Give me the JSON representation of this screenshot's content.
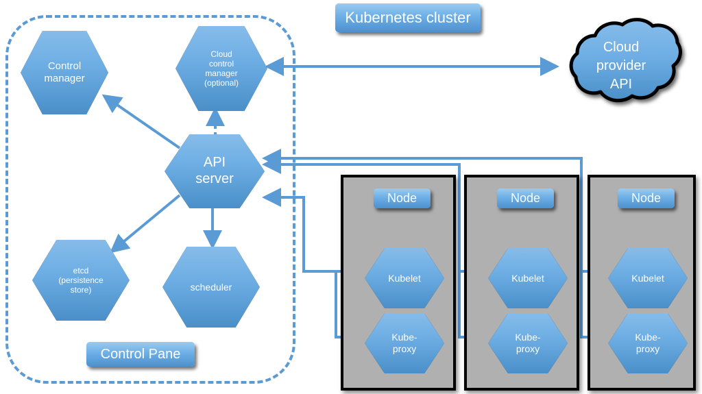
{
  "diagram": {
    "title": "Kubernetes cluster",
    "control_plane_label": "Control Pane",
    "colors": {
      "shape_blue_light": "#86BCEA",
      "shape_blue_dark": "#4A8FC9",
      "connector_blue": "#5B9BD5",
      "node_panel_gray": "#B0B0B0",
      "node_border": "#000000",
      "text_white": "#FFFFFF",
      "background": "#FFFFFF"
    }
  },
  "control_plane": {
    "components": [
      {
        "id": "control-manager",
        "label": "Control\nmanager"
      },
      {
        "id": "cloud-control-manager",
        "label": "Cloud\ncontrol\nmanager\n(optional)"
      },
      {
        "id": "api-server",
        "label": "API\nserver"
      },
      {
        "id": "etcd",
        "label": "etcd\n(persistence\nstore)"
      },
      {
        "id": "scheduler",
        "label": "scheduler"
      }
    ]
  },
  "external": {
    "cloud_provider_api": "Cloud\nprovider\nAPI"
  },
  "nodes": [
    {
      "title": "Node",
      "components": [
        {
          "label": "Kubelet"
        },
        {
          "label": "Kube-\nproxy"
        }
      ]
    },
    {
      "title": "Node",
      "components": [
        {
          "label": "Kubelet"
        },
        {
          "label": "Kube-\nproxy"
        }
      ]
    },
    {
      "title": "Node",
      "components": [
        {
          "label": "Kubelet"
        },
        {
          "label": "Kube-\nproxy"
        }
      ]
    }
  ],
  "connections": [
    {
      "from": "api-server",
      "to": "control-manager",
      "style": "solid",
      "arrow": "end"
    },
    {
      "from": "api-server",
      "to": "etcd",
      "style": "solid",
      "arrow": "end"
    },
    {
      "from": "api-server",
      "to": "cloud-control-manager",
      "style": "dotted",
      "arrow": "end"
    },
    {
      "from": "api-server",
      "to": "scheduler",
      "style": "solid",
      "arrow": "end"
    },
    {
      "from": "cloud-control-manager",
      "to": "cloud_provider_api",
      "style": "solid",
      "arrow": "both"
    },
    {
      "from": "node-1-kubelet",
      "to": "api-server",
      "style": "solid",
      "arrow": "end"
    },
    {
      "from": "node-2-kubelet",
      "to": "api-server",
      "style": "solid",
      "arrow": "end"
    },
    {
      "from": "node-3-kubelet",
      "to": "api-server",
      "style": "solid",
      "arrow": "end"
    },
    {
      "from": "node-1-kube-proxy",
      "to": "api-server",
      "style": "solid",
      "arrow": "end"
    },
    {
      "from": "node-2-kube-proxy",
      "to": "api-server",
      "style": "solid",
      "arrow": "end"
    },
    {
      "from": "node-3-kube-proxy",
      "to": "api-server",
      "style": "solid",
      "arrow": "end"
    }
  ]
}
